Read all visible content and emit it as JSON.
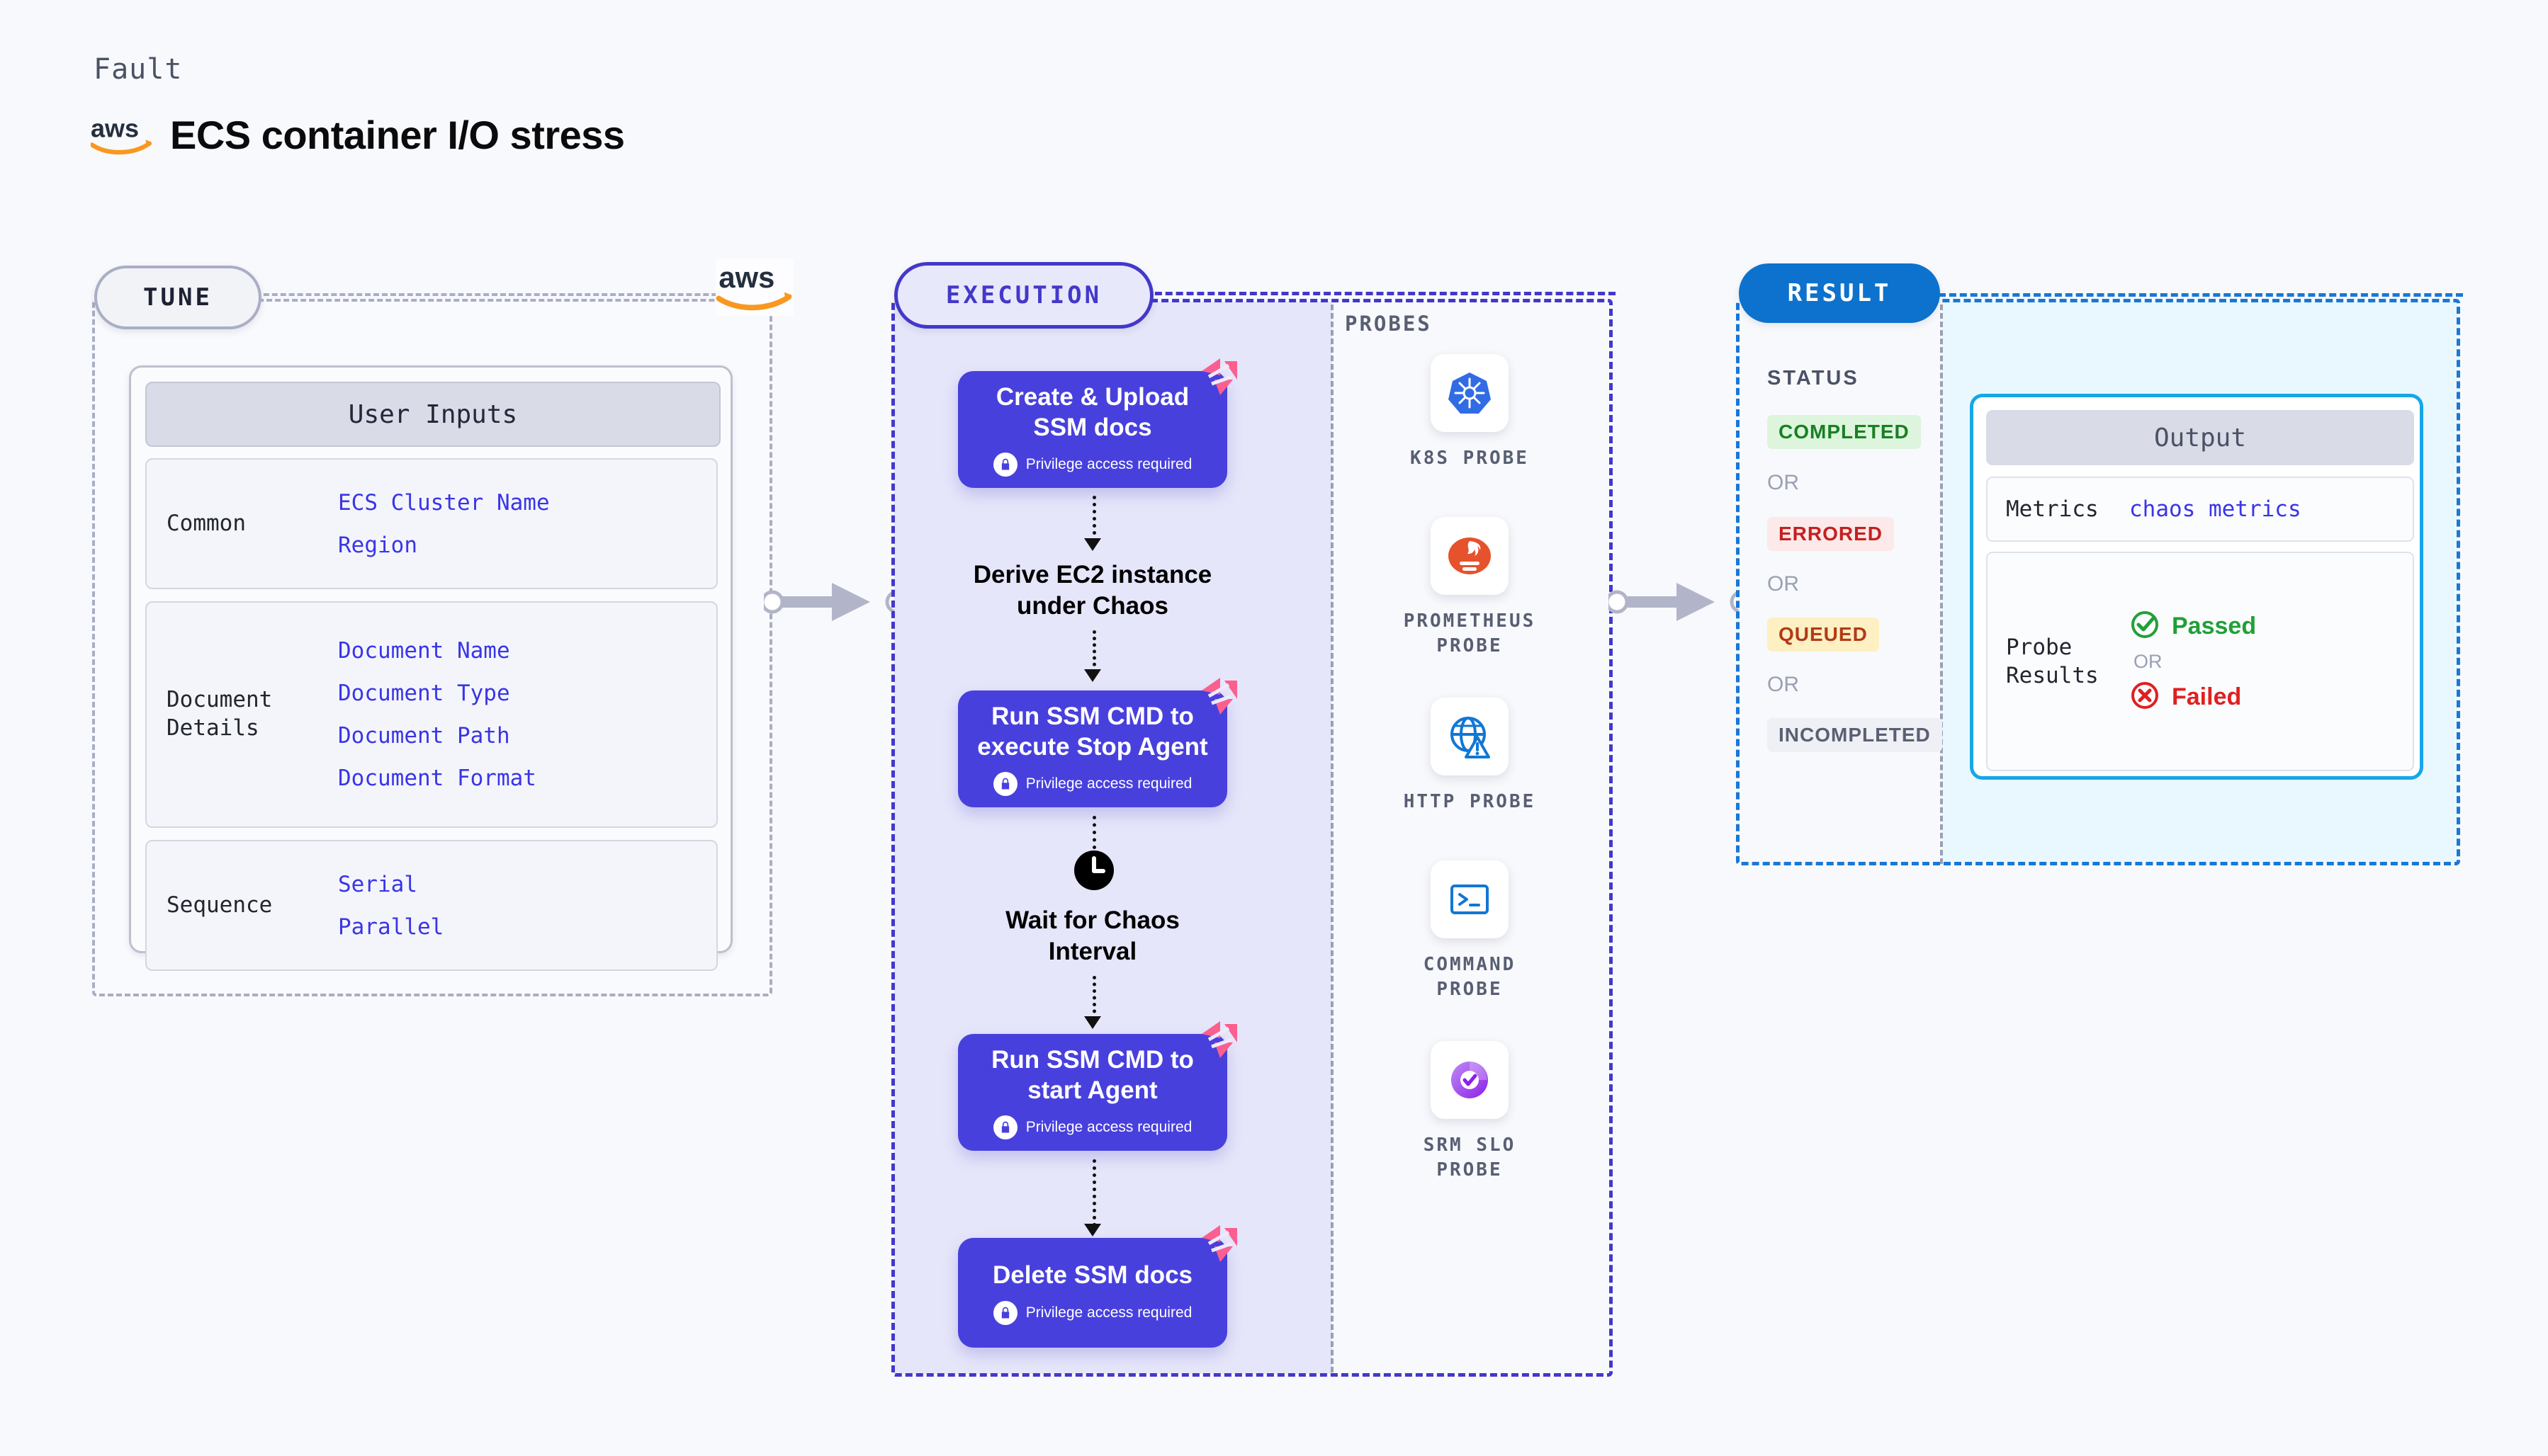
{
  "header": {
    "kicker": "Fault",
    "title": "ECS container I/O stress",
    "logo_icon": "aws-logo"
  },
  "tune": {
    "pill_label": "TUNE",
    "provider_logo_icon": "aws-logo",
    "card_title": "User Inputs",
    "rows": [
      {
        "label": "Common",
        "values": [
          "ECS Cluster Name",
          "Region"
        ]
      },
      {
        "label": "Document\nDetails",
        "values": [
          "Document Name",
          "Document Type",
          "Document Path",
          "Document Format"
        ]
      },
      {
        "label": "Sequence",
        "values": [
          "Serial",
          "Parallel"
        ]
      }
    ]
  },
  "execution": {
    "pill_label": "EXECUTION",
    "privilege_text": "Privilege access required",
    "steps": [
      {
        "type": "box",
        "title": "Create & Upload\nSSM docs",
        "privileged": true,
        "badge_icon": "harness-logo"
      },
      {
        "type": "plain",
        "title": "Derive EC2 instance\nunder Chaos",
        "privileged": false,
        "icon": ""
      },
      {
        "type": "box",
        "title": "Run SSM CMD to\nexecute Stop Agent",
        "privileged": true,
        "badge_icon": "harness-logo"
      },
      {
        "type": "plain",
        "title": "Wait for Chaos\nInterval",
        "privileged": false,
        "icon": "clock-icon"
      },
      {
        "type": "box",
        "title": "Run SSM CMD to\nstart Agent",
        "privileged": true,
        "badge_icon": "harness-logo"
      },
      {
        "type": "box",
        "title": "Delete SSM docs",
        "privileged": true,
        "badge_icon": "harness-logo"
      }
    ],
    "probes_label": "PROBES",
    "probes": [
      {
        "name": "K8S PROBE",
        "icon": "kubernetes-icon"
      },
      {
        "name": "PROMETHEUS\nPROBE",
        "icon": "prometheus-icon"
      },
      {
        "name": "HTTP PROBE",
        "icon": "http-globe-icon"
      },
      {
        "name": "COMMAND\nPROBE",
        "icon": "terminal-icon"
      },
      {
        "name": "SRM SLO\nPROBE",
        "icon": "srm-slo-icon"
      }
    ]
  },
  "result": {
    "pill_label": "RESULT",
    "status_label": "STATUS",
    "or_label": "OR",
    "statuses": [
      {
        "label": "COMPLETED",
        "fg": "#1a7f24",
        "bg": "#ddf5dd"
      },
      {
        "label": "ERRORED",
        "fg": "#c42020",
        "bg": "#fce9e9"
      },
      {
        "label": "QUEUED",
        "fg": "#b33a16",
        "bg": "#fdf0c2"
      },
      {
        "label": "INCOMPLETED",
        "fg": "#5a6073",
        "bg": "#eef0f5"
      }
    ],
    "output": {
      "title": "Output",
      "metrics_key": "Metrics",
      "metrics_value": "chaos metrics",
      "probe_key": "Probe\nResults",
      "passed_label": "Passed",
      "failed_label": "Failed",
      "or_label": "OR",
      "passed_icon": "check-circle-icon",
      "failed_icon": "x-circle-icon"
    }
  },
  "colors": {
    "node_purple": "#4840dd",
    "exec_border": "#4338ca",
    "result_blue": "#0d72cd",
    "output_border": "#16a7e8",
    "badge_pink": "#fb5f8f",
    "aws_orange": "#f89820",
    "passed_green": "#21a038",
    "failed_red": "#e02020"
  }
}
